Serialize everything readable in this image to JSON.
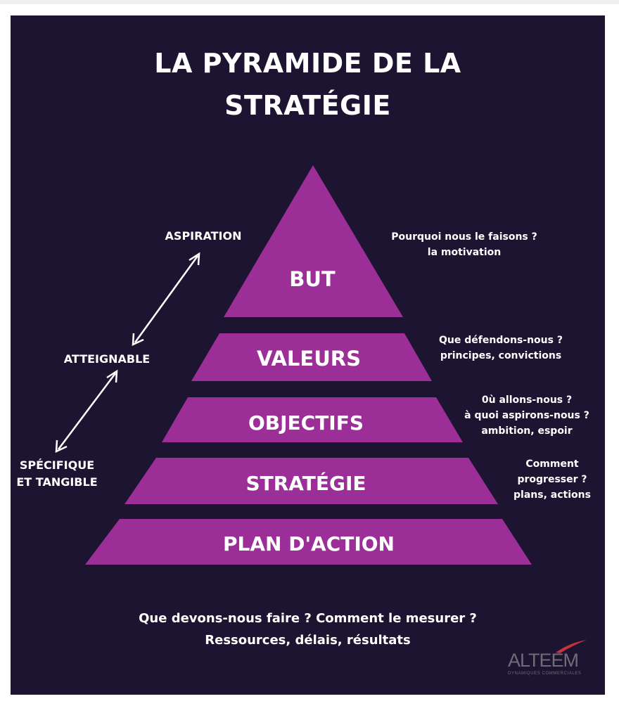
{
  "title": {
    "line1": "LA PYRAMIDE DE LA",
    "line2": "STRATÉGIE"
  },
  "levels": [
    {
      "label": "BUT"
    },
    {
      "label": "VALEURS"
    },
    {
      "label": "OBJECTIFS"
    },
    {
      "label": "STRATÉGIE"
    },
    {
      "label": "PLAN D'ACTION"
    }
  ],
  "axis": {
    "top": "ASPIRATION",
    "middle": "ATTEIGNABLE",
    "bottom_line1": "SPÉCIFIQUE",
    "bottom_line2": "ET TANGIBLE"
  },
  "notes": [
    {
      "lines": [
        "Pourquoi nous le faisons ?",
        "la motivation"
      ]
    },
    {
      "lines": [
        "Que défendons-nous ?",
        "principes, convictions"
      ]
    },
    {
      "lines": [
        "0ù allons-nous ?",
        "à quoi aspirons-nous ?",
        "ambition, espoir"
      ]
    },
    {
      "lines": [
        "Comment",
        "progresser ?",
        "plans, actions"
      ]
    }
  ],
  "footer": {
    "line1": "Que devons-nous faire ? Comment le mesurer ?",
    "line2": "Ressources, délais, résultats"
  },
  "logo": {
    "name": "ALTEEM",
    "tagline": "DYNAMIQUES COMMERCIALES"
  },
  "colors": {
    "background": "#1c1430",
    "level_fill": "#9b2f97",
    "text": "#ffffff",
    "logo_text": "#6d6d78",
    "logo_swoosh": "#c8323c"
  }
}
